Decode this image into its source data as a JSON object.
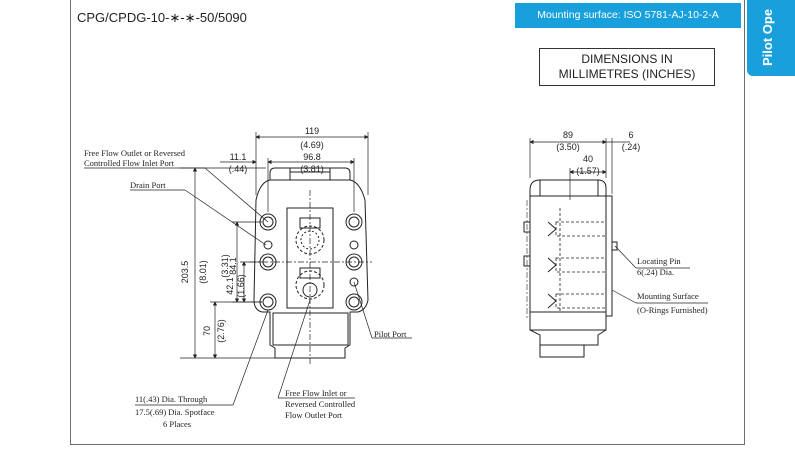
{
  "header": {
    "title": "CPG/CPDG-10-∗-∗-50/5090",
    "banner": "Mounting surface: ISO 5781-AJ-10-2-A",
    "side_tab": "Pilot Ope"
  },
  "units_box": {
    "line1": "DIMENSIONS IN",
    "line2": "MILLIMETRES (INCHES)"
  },
  "front_view": {
    "dims": {
      "width_mm": "119",
      "width_in": "(4.69)",
      "offset_mm": "11.1",
      "offset_in": "(.44)",
      "centers_mm": "96.8",
      "centers_in": "(3.81)",
      "height_mm": "203.5",
      "height_in": "(8.01)",
      "upper_mm": "84.1",
      "upper_in": "(3.31)",
      "lower_mm": "42.1",
      "lower_in": "(1.66)",
      "base_mm": "70",
      "base_in": "(2.76)"
    },
    "labels": {
      "free_flow_outlet_1": "Free Flow Outlet or Reversed",
      "free_flow_outlet_2": "Controlled Flow Inlet Port",
      "drain_port": "Drain Port",
      "pilot_port": "Pilot Port",
      "free_flow_inlet_1": "Free Flow Inlet or",
      "free_flow_inlet_2": "Reversed Controlled",
      "free_flow_inlet_3": "Flow Outlet Port",
      "hole_through": "11(.43) Dia. Through",
      "hole_spotface": "17.5(.69) Dia. Spotface",
      "hole_count": "6 Places"
    }
  },
  "side_view": {
    "dims": {
      "depth_mm": "89",
      "depth_in": "(3.50)",
      "flange_mm": "6",
      "flange_in": "(.24)",
      "pin_mm": "40",
      "pin_in": "(1.57)"
    },
    "labels": {
      "locating_pin_1": "Locating Pin",
      "locating_pin_2": "6(.24) Dia.",
      "mounting_surface_1": "Mounting Surface",
      "mounting_surface_2": "(O-Rings Furnished)"
    }
  }
}
